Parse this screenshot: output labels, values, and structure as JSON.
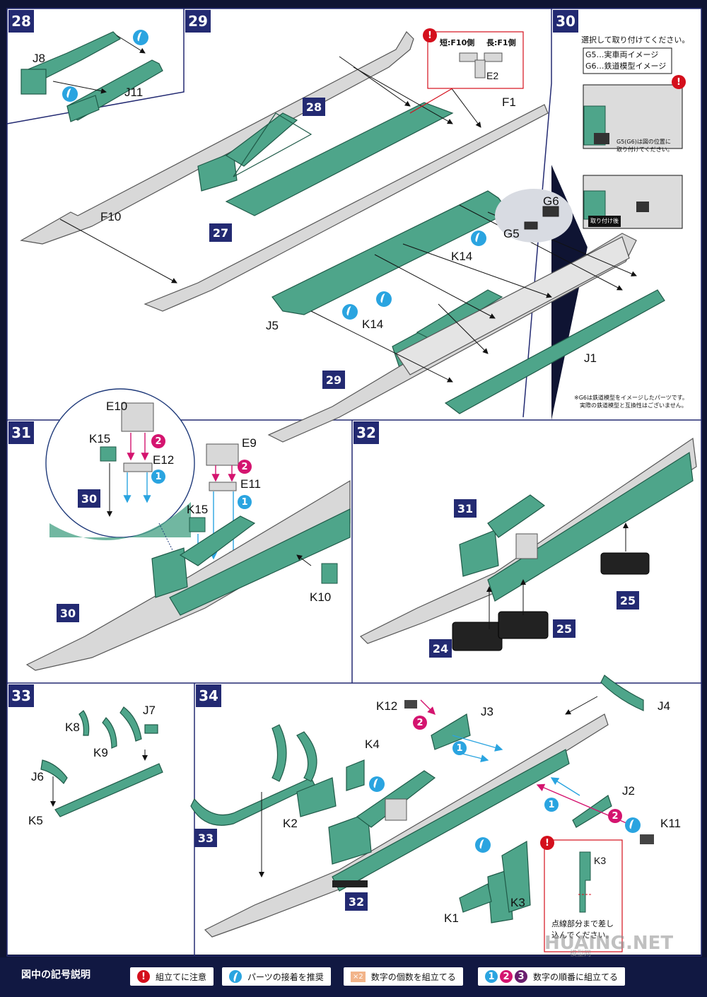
{
  "colors": {
    "green": "#4ea58a",
    "gray": "#d8d8d8",
    "navy": "#232a72",
    "cyan": "#2aa4e0",
    "magenta": "#d4146f",
    "red": "#d40f1c"
  },
  "steps": {
    "s28": "28",
    "s29": "29",
    "s30": "30",
    "s31": "31",
    "s32": "32",
    "s33": "33",
    "s34": "34"
  },
  "refs": {
    "r28": "28",
    "r27": "27",
    "r29": "29",
    "r30a": "30",
    "r30b": "30",
    "r31": "31",
    "r25a": "25",
    "r25b": "25",
    "r24": "24",
    "r33": "33",
    "r32": "32"
  },
  "parts": {
    "J8": "J8",
    "J11": "J11",
    "F1": "F1",
    "F10": "F10",
    "E2": "E2",
    "G6": "G6",
    "G5": "G5",
    "K14a": "K14",
    "K14b": "K14",
    "J5": "J5",
    "J1": "J1",
    "E10": "E10",
    "K15a": "K15",
    "E12": "E12",
    "E9": "E9",
    "E11": "E11",
    "K15b": "K15",
    "K10": "K10",
    "K8": "K8",
    "J7": "J7",
    "K9": "K9",
    "J6": "J6",
    "K5": "K5",
    "K12": "K12",
    "J3": "J3",
    "J4": "J4",
    "K4": "K4",
    "K2": "K2",
    "J2": "J2",
    "K11": "K11",
    "K3a": "K3",
    "K1": "K1",
    "K3b": "K3"
  },
  "notes": {
    "short": "短:F10側",
    "long": "長:F1側",
    "select_title": "選択して取り付けてください。",
    "g5": "G5…実車両イメージ",
    "g6": "G6…鉄道模型イメージ",
    "g5pos_1": "G5(G6)は図の位置に",
    "g5pos_2": "取り付けてください。",
    "after": "取り付け後",
    "footnote_1": "※G6は鉄道模型をイメージしたパーツです。",
    "footnote_2": "実際の鉄道模型と互換性はございません。",
    "insert_1": "点線部分まで差し",
    "insert_2": "込んでください。"
  },
  "legend": {
    "title": "図中の記号説明",
    "caution": "組立てに注意",
    "glue": "パーツの接着を推奨",
    "multi_badge": "×2",
    "multi": "数字の個数を組立てる",
    "order": "数字の順番に組立てる"
  },
  "watermark": {
    "line1": "HUAING.NET",
    "line2": "模型网"
  },
  "badges": {
    "one": "1",
    "two": "2",
    "three": "3",
    "bang": "!"
  }
}
